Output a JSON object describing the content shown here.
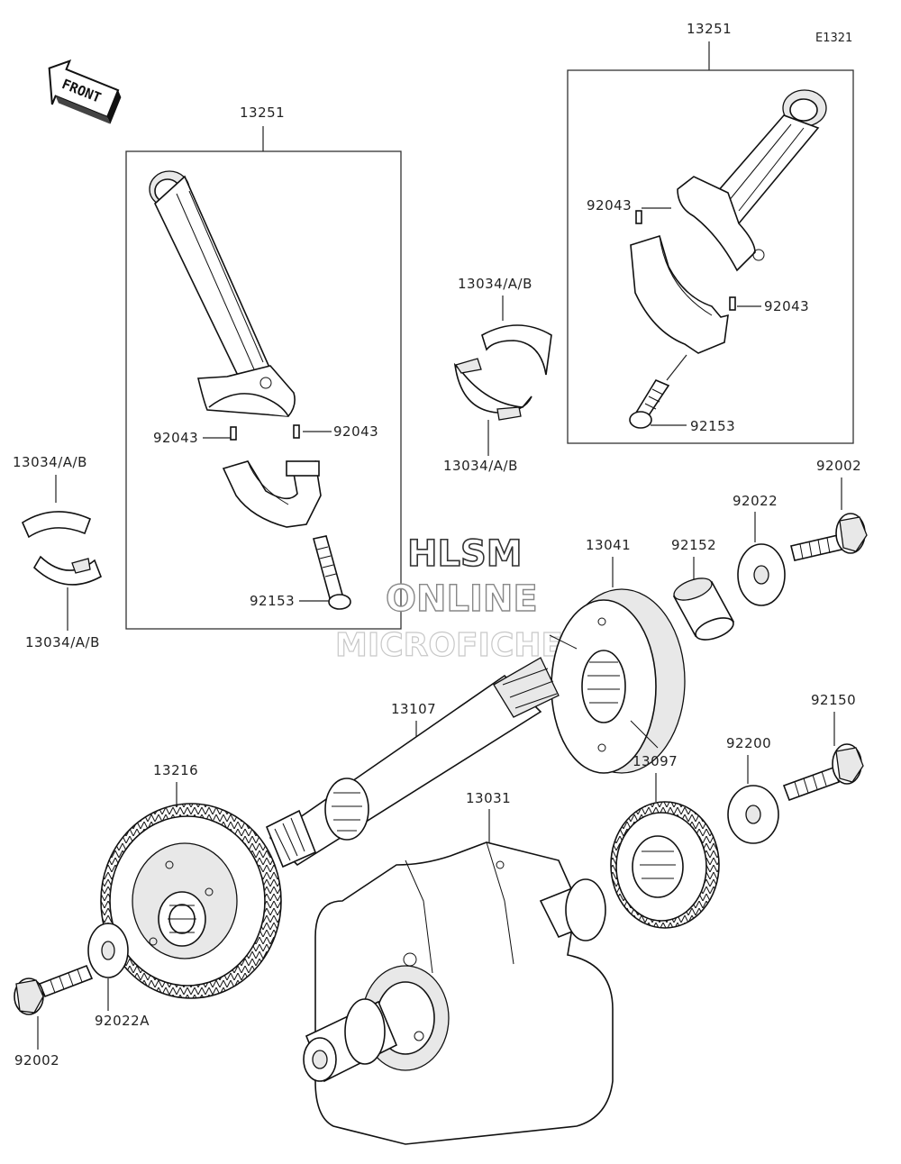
{
  "diagram_code": "E1321",
  "front_label": "FRONT",
  "watermark": {
    "line1": "HLSM",
    "line2": "ONLINE",
    "line3": "MICROFICHE"
  },
  "labels": {
    "rod_left": "13251",
    "rod_right": "13251",
    "bearing_top_a": "13034/A/B",
    "bearing_top_b": "13034/A/B",
    "bearing_left_a": "13034/A/B",
    "bearing_left_b": "13034/A/B",
    "pin_left_a": "92043",
    "pin_left_b": "92043",
    "pin_right_a": "92043",
    "pin_right_b": "92043",
    "bolt_left": "92153",
    "bolt_right": "92153",
    "bolt_top": "92002",
    "washer_top": "92022",
    "collar": "92152",
    "clutch": "13041",
    "shaft": "13107",
    "gear_left": "13216",
    "gear_right": "13097",
    "crank": "13031",
    "washer_right": "92200",
    "bolt_right_lower": "92150",
    "washer_left": "92022A",
    "bolt_left_lower": "92002"
  }
}
